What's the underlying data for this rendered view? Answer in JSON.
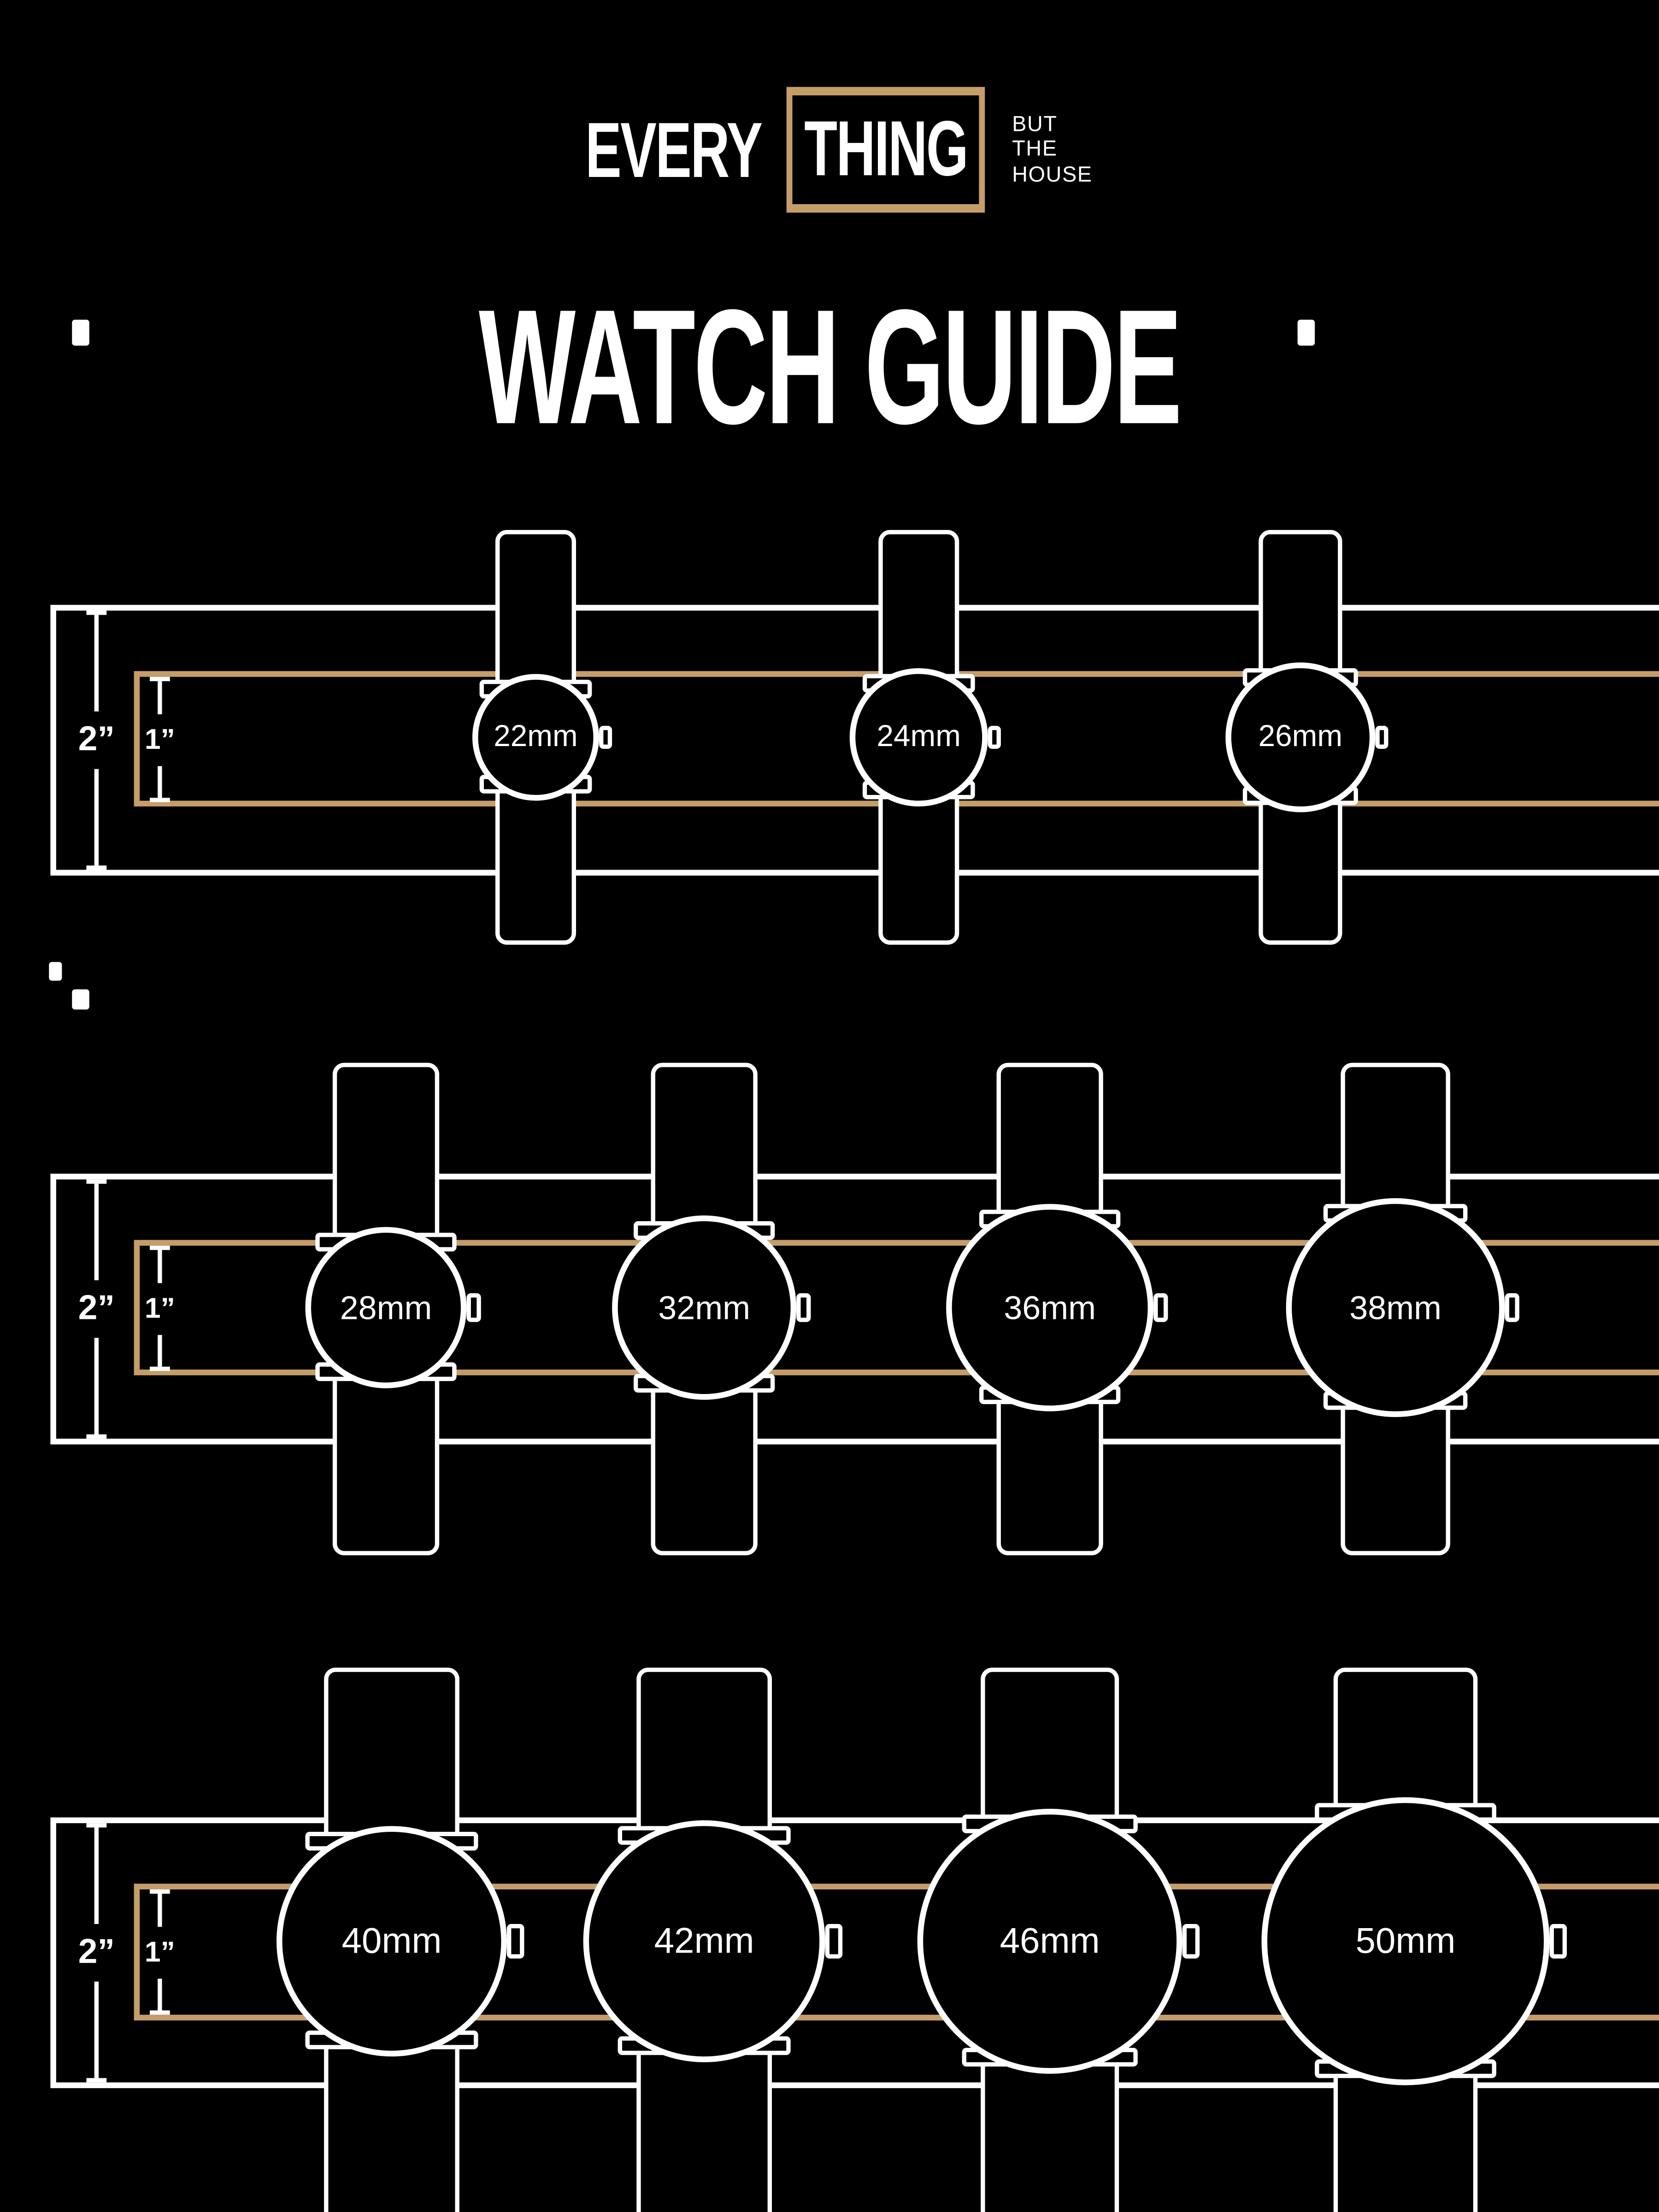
{
  "background": "#000000",
  "accent_color": "#C59D69",
  "text_color": "#FFFFFF",
  "logo": {
    "word_left": "EVERY",
    "word_boxed": "THING",
    "tagline": [
      "BUT",
      "THE",
      "HOUSE"
    ]
  },
  "title": "WATCH GUIDE",
  "rows": [
    {
      "outer_width_label": "2”",
      "inner_width_label": "1”",
      "watches": [
        {
          "size": "22mm"
        },
        {
          "size": "24mm"
        },
        {
          "size": "26mm"
        }
      ]
    },
    {
      "outer_width_label": "2”",
      "inner_width_label": "1”",
      "watches": [
        {
          "size": "28mm"
        },
        {
          "size": "32mm"
        },
        {
          "size": "36mm"
        },
        {
          "size": "38mm"
        }
      ]
    },
    {
      "outer_width_label": "2”",
      "inner_width_label": "1”",
      "watches": [
        {
          "size": "40mm"
        },
        {
          "size": "42mm"
        },
        {
          "size": "46mm"
        },
        {
          "size": "50mm"
        }
      ]
    }
  ]
}
